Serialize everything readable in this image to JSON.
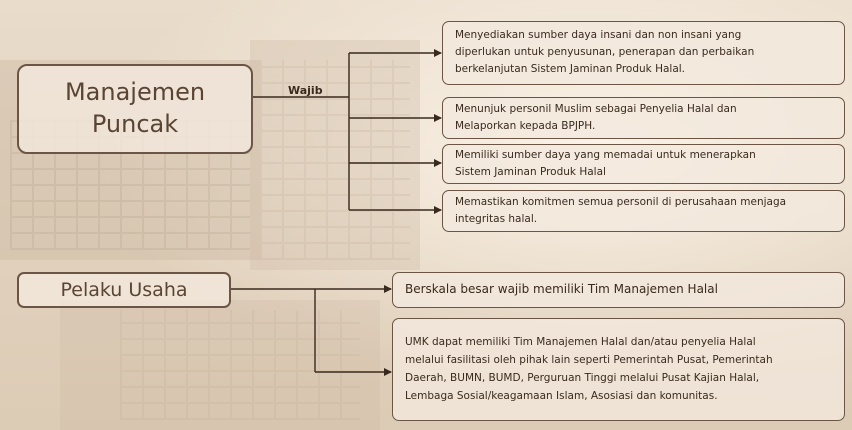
{
  "top_section": {
    "main_box": {
      "line1": "Manajemen",
      "line2": "Puncak"
    },
    "connector_label": "Wajib",
    "items": [
      {
        "lines": [
          "Menyediakan sumber daya insani dan non insani yang",
          "diperlukan untuk penyusunan, penerapan dan perbaikan",
          "berkelanjutan Sistem Jaminan Produk Halal."
        ]
      },
      {
        "lines": [
          "Menunjuk personil Muslim sebagai Penyelia Halal dan",
          "Melaporkan kepada BPJPH."
        ]
      },
      {
        "lines": [
          "Memiliki sumber daya yang memadai untuk menerapkan",
          "Sistem Jaminan Produk Halal"
        ]
      },
      {
        "lines": [
          "Memastikan komitmen semua personil di perusahaan menjaga",
          "integritas halal."
        ]
      }
    ]
  },
  "bottom_section": {
    "main_box": {
      "line1": "Pelaku Usaha"
    },
    "items": [
      {
        "lines": [
          "Berskala besar wajib memiliki Tim Manajemen Halal"
        ]
      },
      {
        "lines": [
          "UMK dapat memiliki Tim Manajemen Halal dan/atau penyelia Halal",
          "melalui fasilitasi oleh pihak lain seperti Pemerintah Pusat, Pemerintah",
          "Daerah, BUMN, BUMD, Perguruan Tinggi melalui Pusat Kajian Halal,",
          "Lembaga Sosial/keagamaan Islam, Asosiasi dan komunitas."
        ]
      }
    ]
  }
}
